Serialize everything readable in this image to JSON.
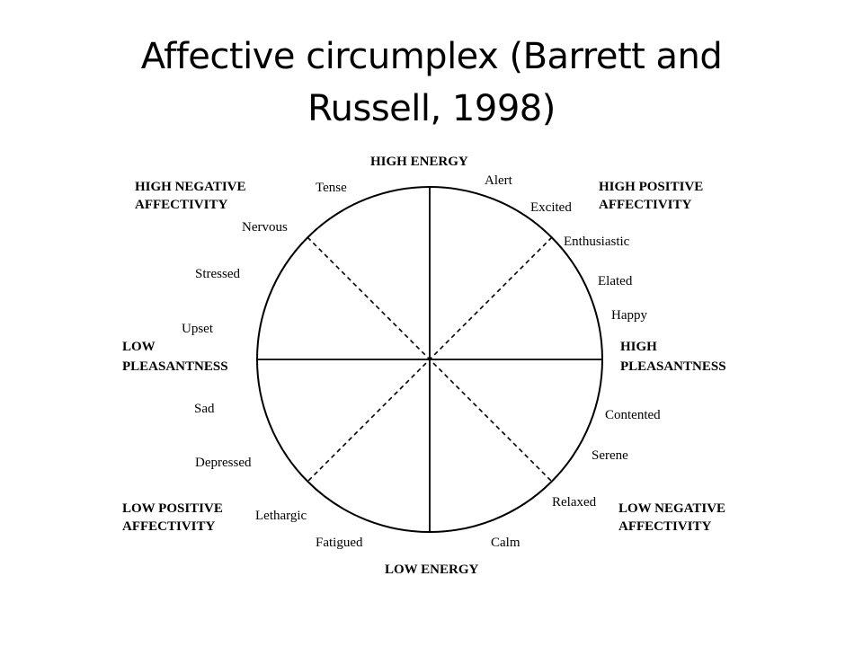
{
  "title": {
    "line1": "Affective circumplex (Barrett and",
    "line2": "Russell, 1998)"
  },
  "circumplex": {
    "axis_labels": {
      "top": "HIGH ENERGY",
      "bottom": "LOW ENERGY",
      "left": [
        "LOW",
        "PLEASANTNESS"
      ],
      "right": [
        "HIGH",
        "PLEASANTNESS"
      ],
      "top_left": [
        "HIGH NEGATIVE",
        "AFFECTIVITY"
      ],
      "top_right": [
        "HIGH POSITIVE",
        "AFFECTIVITY"
      ],
      "bottom_left": [
        "LOW POSITIVE",
        "AFFECTIVITY"
      ],
      "bottom_right": [
        "LOW NEGATIVE",
        "AFFECTIVITY"
      ]
    },
    "emotions": {
      "alert": "Alert",
      "excited": "Excited",
      "enthusiastic": "Enthusiastic",
      "elated": "Elated",
      "happy": "Happy",
      "contented": "Contented",
      "serene": "Serene",
      "relaxed": "Relaxed",
      "calm": "Calm",
      "fatigued": "Fatigued",
      "lethargic": "Lethargic",
      "depressed": "Depressed",
      "sad": "Sad",
      "upset": "Upset",
      "stressed": "Stressed",
      "nervous": "Nervous",
      "tense": "Tense"
    },
    "line_color": "#000000"
  }
}
